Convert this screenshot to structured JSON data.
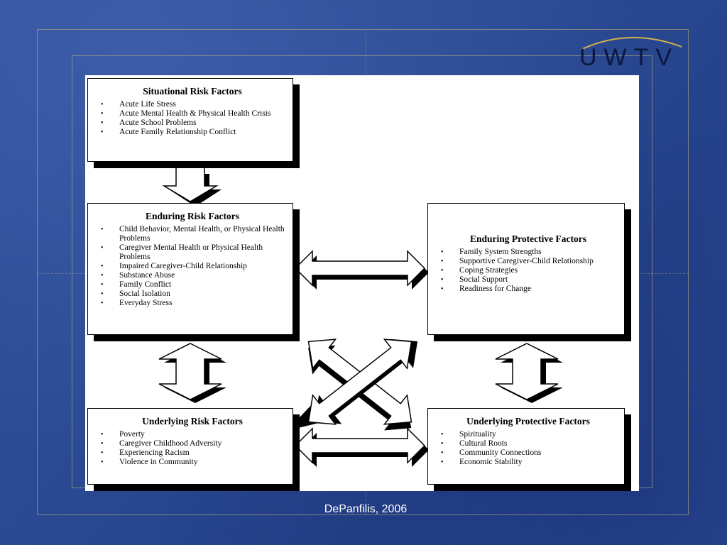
{
  "logo": {
    "text": "UWTV",
    "arc_color": "#d4b24a"
  },
  "boxes": {
    "situational_risk": {
      "title": "Situational Risk Factors",
      "items": [
        "Acute Life Stress",
        "Acute Mental Health & Physical Health Crisis",
        "Acute School Problems",
        "Acute Family Relationship Conflict"
      ]
    },
    "enduring_risk": {
      "title": "Enduring Risk Factors",
      "items": [
        "Child Behavior, Mental Health, or Physical Health Problems",
        "Caregiver Mental Health or Physical Health Problems",
        "Impaired Caregiver-Child Relationship",
        "Substance Abuse",
        "Family Conflict",
        "Social Isolation",
        "Everyday Stress"
      ]
    },
    "underlying_risk": {
      "title": "Underlying Risk Factors",
      "items": [
        "Poverty",
        "Caregiver Childhood Adversity",
        "Experiencing Racism",
        "Violence in Community"
      ]
    },
    "enduring_protective": {
      "title": "Enduring Protective Factors",
      "items": [
        "Family System Strengths",
        "Supportive Caregiver-Child Relationship",
        "Coping Strategies",
        "Social Support",
        "Readiness for Change"
      ]
    },
    "underlying_protective": {
      "title": "Underlying Protective Factors",
      "items": [
        "Spirituality",
        "Cultural Roots",
        "Community Connections",
        "Economic Stability"
      ]
    }
  },
  "caption": "DePanfilis, 2006",
  "colors": {
    "background": "#2c4c95",
    "frame_line": "#c8b478",
    "box_shadow": "#000000"
  }
}
